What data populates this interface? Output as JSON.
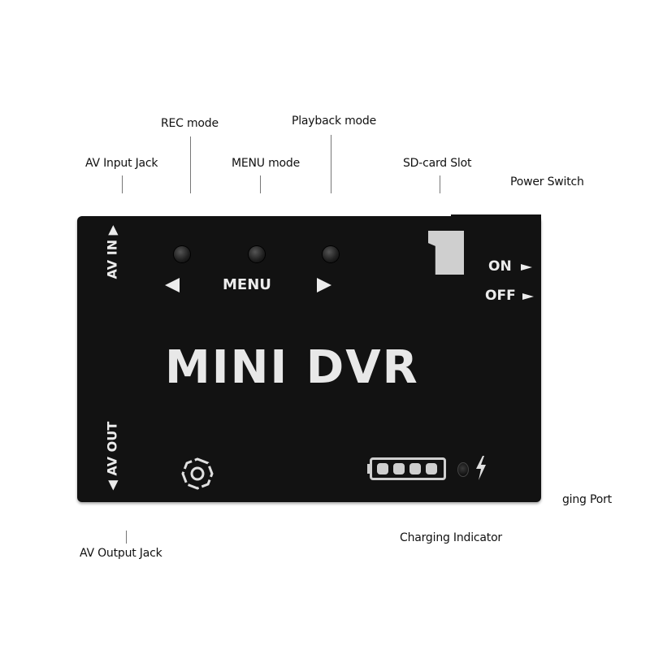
{
  "callouts": {
    "rec_mode": "REC mode",
    "playback_mode": "Playback mode",
    "av_input_jack": "AV Input Jack",
    "menu_mode": "MENU mode",
    "sd_card_slot": "SD-card Slot",
    "power_switch": "Power Switch",
    "charging_port": "ging Port",
    "charging_indicator": "Charging Indicator",
    "av_output_jack": "AV Output Jack"
  },
  "device": {
    "title": "MINI DVR",
    "av_in_label": "AV IN",
    "av_out_label": "AV OUT",
    "menu_label": "MENU",
    "switch_on": "ON",
    "switch_off": "OFF",
    "body_color": "#121212",
    "print_color": "#ececec",
    "battery_cells": 4
  },
  "icons": {
    "left_arrow": "triangle-left-icon",
    "right_arrow": "triangle-right-icon",
    "sd_card": "sd-card-icon",
    "battery": "battery-icon",
    "lightning": "lightning-bolt-icon",
    "jack": "av-jack-icon"
  }
}
